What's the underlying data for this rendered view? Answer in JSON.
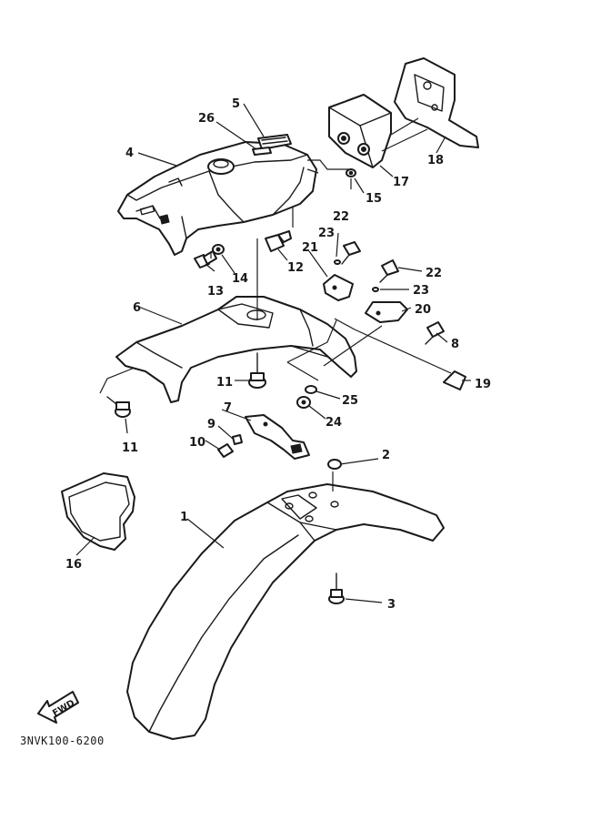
{
  "callouts": {
    "c1": "1",
    "c2": "2",
    "c3": "3",
    "c4": "4",
    "c5": "5",
    "c6": "6",
    "c7": "7",
    "c8": "8",
    "c9": "9",
    "c10": "10",
    "c11a": "11",
    "c11b": "11",
    "c12": "12",
    "c13": "13",
    "c14": "14",
    "c15": "15",
    "c16": "16",
    "c17": "17",
    "c18": "18",
    "c19": "19",
    "c20": "20",
    "c21": "21",
    "c22a": "22",
    "c22b": "22",
    "c23a": "23",
    "c23b": "23",
    "c24": "24",
    "c25": "25",
    "c26": "26"
  },
  "fwd_label": "FWD",
  "diagram_code": "3NVK100-6200"
}
